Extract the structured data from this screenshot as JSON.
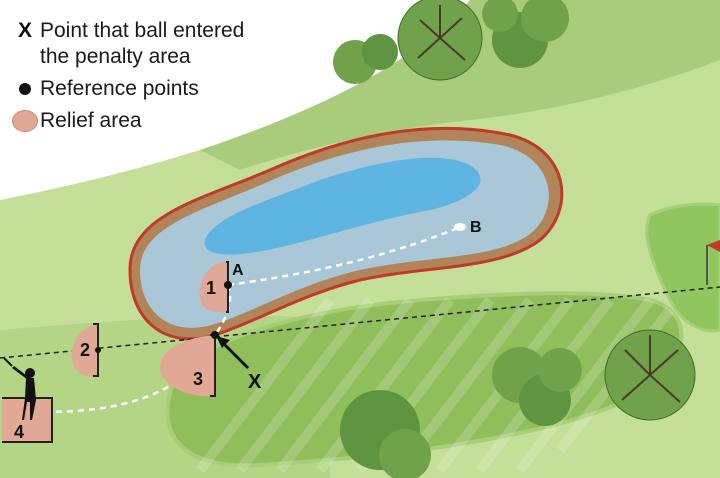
{
  "legend": {
    "x_symbol": "X",
    "x_text_line1": "Point that ball entered",
    "x_text_line2": "the penalty area",
    "reference_text": "Reference points",
    "relief_text": "Relief area"
  },
  "labels": {
    "point_a": "A",
    "point_b": "B",
    "area_1": "1",
    "area_2": "2",
    "area_3": "3",
    "area_4": "4",
    "entry_x": "X"
  },
  "colors": {
    "rough": "#a8cc7c",
    "light_rough": "#c3df98",
    "fairway": "#8fbe5a",
    "water_outer": "#a9c7d6",
    "water_inner": "#5fb5e2",
    "penalty_line": "#c0392b",
    "relief": "#e2a896"
  }
}
